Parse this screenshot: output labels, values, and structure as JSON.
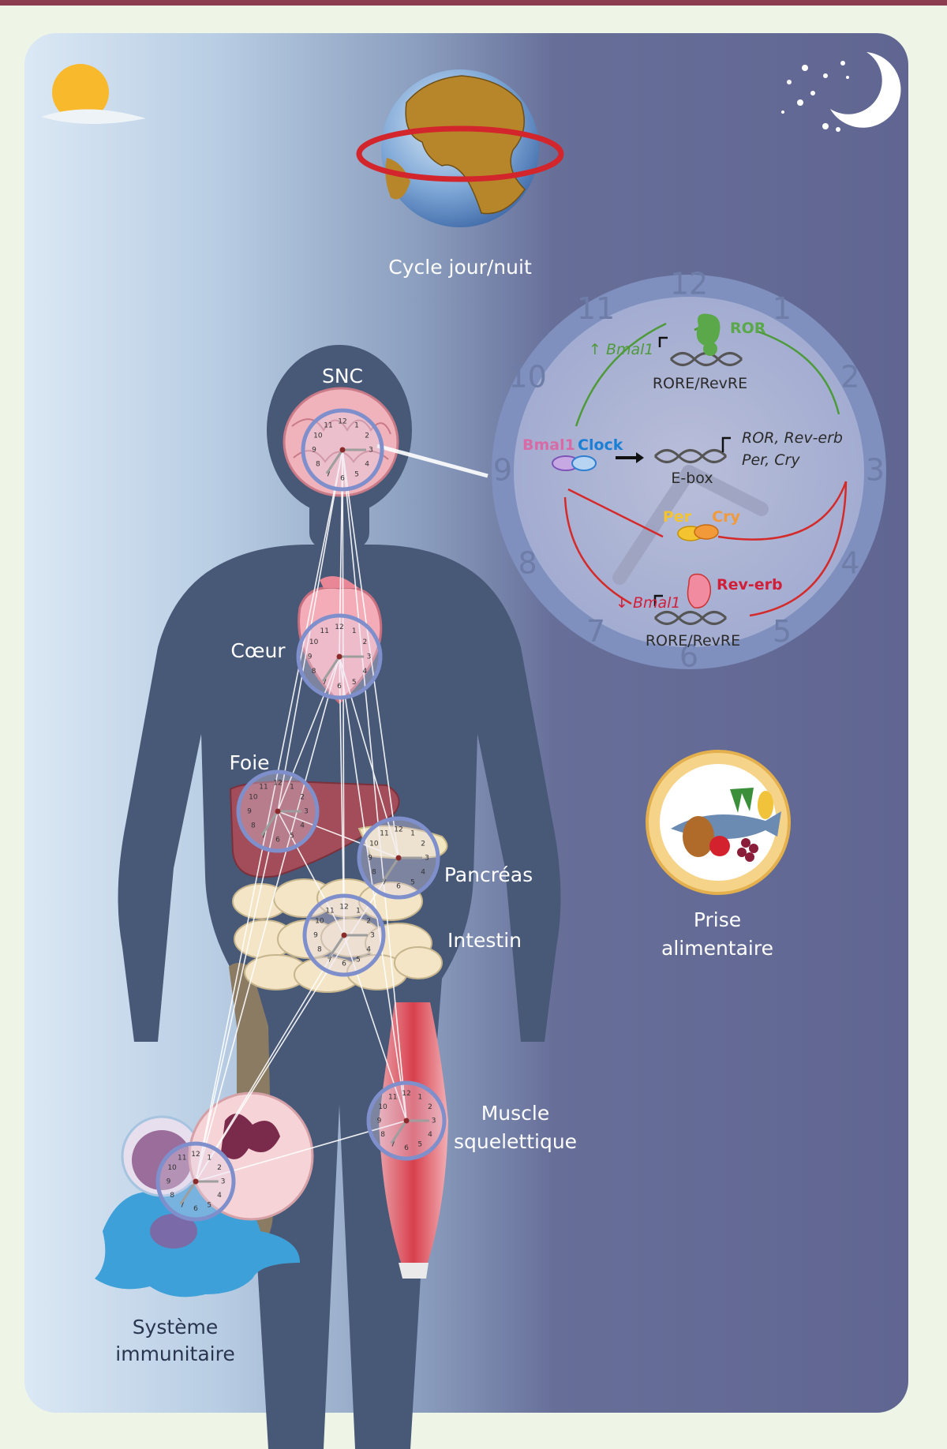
{
  "labels": {
    "cycle": "Cycle jour/nuit",
    "snc": "SNC",
    "coeur": "Cœur",
    "foie": "Foie",
    "pancreas": "Pancréas",
    "intestin": "Intestin",
    "muscle_1": "Muscle",
    "muscle_2": "squelettique",
    "immune_1": "Système",
    "immune_2": "immunitaire",
    "food_1": "Prise",
    "food_2": "alimentaire"
  },
  "clock_numbers": [
    "12",
    "1",
    "2",
    "3",
    "4",
    "5",
    "6",
    "7",
    "8",
    "9",
    "10",
    "11"
  ],
  "molecular": {
    "ror": "ROR",
    "bmal1_up": "↑ Bmal1",
    "rore_top": "RORE/RevRE",
    "bmal1": "Bmal1",
    "clock": "Clock",
    "targets_1": "ROR, Rev-erb",
    "targets_2": "Per, Cry",
    "ebox": "E-box",
    "per": "Per",
    "cry": "Cry",
    "reverb": "Rev-erb",
    "bmal1_down": "↓ Bmal1",
    "rore_bottom": "RORE/RevRE"
  },
  "colors": {
    "ror_green": "#5aa84a",
    "bmal1_pink": "#d86ba6",
    "clock_blue": "#1b7fd6",
    "per_yellow": "#f4c430",
    "cry_orange": "#f29a3a",
    "reverb_red": "#d11f3a",
    "arrow_green": "#4e9a3a",
    "arrow_red": "#d42a2a"
  }
}
